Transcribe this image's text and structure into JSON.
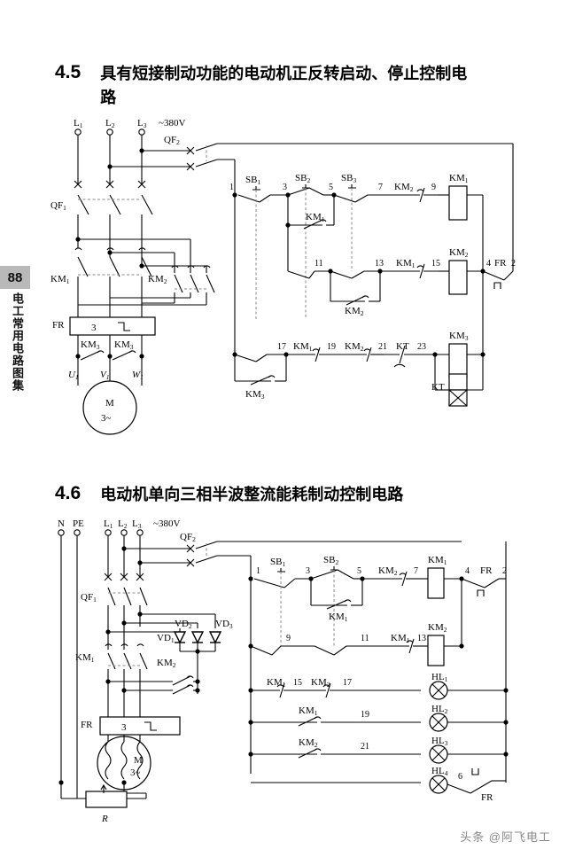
{
  "page": {
    "number": "88",
    "running_head": "电工常用电路图集",
    "watermark": "头条 @阿飞电工"
  },
  "sections": [
    {
      "number": "4.5",
      "title": "具有短接制动功能的电动机正反转启动、停止控制电路",
      "diagram": {
        "supply": {
          "phases": [
            "L₁",
            "L₂",
            "L₃"
          ],
          "voltage": "~380V",
          "main_breaker": "QF₁",
          "control_breaker": "QF₂"
        },
        "main_circuit": {
          "contactors": [
            "KM₁",
            "KM₂"
          ],
          "thermal_relay": "FR",
          "thermal_relay_value": "3",
          "brake_contacts": [
            "KM₃",
            "KM₃"
          ],
          "motor_terminals": [
            "U₁",
            "V₁",
            "W₁"
          ],
          "motor_label": "M",
          "motor_type": "3~"
        },
        "control_circuit": {
          "buttons": [
            "SB₁",
            "SB₂",
            "SB₃"
          ],
          "wire_numbers": [
            "1",
            "3",
            "5",
            "7",
            "9",
            "11",
            "13",
            "15",
            "17",
            "19",
            "21",
            "23",
            "4",
            "2"
          ],
          "coils": [
            "KM₁",
            "KM₂",
            "KM₃",
            "KT"
          ],
          "interlocks": [
            "KM₁",
            "KM₂",
            "KM₃",
            "KT"
          ],
          "thermal_contact": "FR"
        }
      }
    },
    {
      "number": "4.6",
      "title": "电动机单向三相半波整流能耗制动控制电路",
      "diagram": {
        "supply": {
          "neutral": "N",
          "earth": "PE",
          "phases": [
            "L₁",
            "L₂",
            "L₃"
          ],
          "voltage": "~380V",
          "main_breaker": "QF₁",
          "control_breaker": "QF₂"
        },
        "main_circuit": {
          "contactors": [
            "KM₁",
            "KM₂"
          ],
          "diodes": [
            "VD₁",
            "VD₂",
            "VD₃"
          ],
          "thermal_relay": "FR",
          "thermal_relay_value": "3",
          "motor_label": "M",
          "motor_type": "3~",
          "resistor": "R"
        },
        "control_circuit": {
          "buttons": [
            "SB₁",
            "SB₂"
          ],
          "wire_numbers": [
            "1",
            "3",
            "5",
            "7",
            "9",
            "11",
            "13",
            "15",
            "17",
            "19",
            "21",
            "4",
            "6",
            "2"
          ],
          "coils": [
            "KM₁",
            "KM₂"
          ],
          "lamps": [
            "HL₁",
            "HL₂",
            "HL₃",
            "HL₄"
          ],
          "thermal_contact": "FR"
        }
      }
    }
  ],
  "colors": {
    "ink": "#000000",
    "tab_bg": "#b9b9b9",
    "dashed": "#8a8a8a",
    "watermark": "#8a8a8a"
  }
}
